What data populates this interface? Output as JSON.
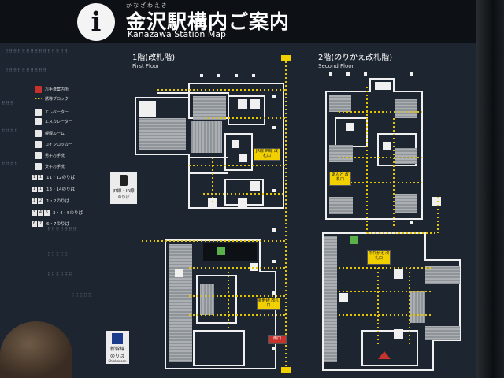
{
  "header": {
    "ruby": "かなざわえき",
    "title_ja": "金沢駅構内ご案内",
    "title_en": "Kanazawa Station Map"
  },
  "floors": {
    "first": {
      "ja": "1階(改札階)",
      "en": "First Floor"
    },
    "second": {
      "ja": "2階(のりかえ改札階)",
      "en": "Second Floor"
    }
  },
  "legend": {
    "items": [
      {
        "label": "お手洗案内所"
      },
      {
        "label": "誘導ブロック"
      },
      {
        "label": "エレベーター"
      },
      {
        "label": "エスカレーター"
      },
      {
        "label": "喫煙ルーム"
      },
      {
        "label": "コインロッカー"
      },
      {
        "label": "男子お手洗"
      },
      {
        "label": "女子お手洗"
      }
    ],
    "platforms": [
      {
        "nums": [
          "1",
          "1"
        ],
        "label": "11・12のりば"
      },
      {
        "nums": [
          "1",
          "1"
        ],
        "label": "13・14のりば"
      },
      {
        "nums": [
          "1",
          "2"
        ],
        "label": "1・2のりば"
      },
      {
        "nums": [
          "3",
          "4",
          "5"
        ],
        "label": "3・4・5のりば"
      },
      {
        "nums": [
          "6",
          "7"
        ],
        "label": "6・7のりば"
      }
    ]
  },
  "signs": {
    "jr": {
      "line1": "JR線・IR線",
      "line2": "のりば"
    },
    "shinkansen": {
      "line1": "新幹線",
      "line2": "のりば",
      "line3": "Shinkansen"
    }
  },
  "map_labels": {
    "f1_gate": "JR線 IR線 改札口",
    "f1_shin_gate": "新幹線 改札口",
    "f1_red_box": "南口",
    "f2_transfer": "あんと 改札口",
    "f2_norikae": "のりかえ 改札口"
  },
  "colors": {
    "board": "#1d2630",
    "header": "#0d1115",
    "wall": "#f0f0f0",
    "platform_hatch": "#9a9a9a",
    "route_dots": "#e5c400",
    "sign_yellow": "#f2d000"
  }
}
